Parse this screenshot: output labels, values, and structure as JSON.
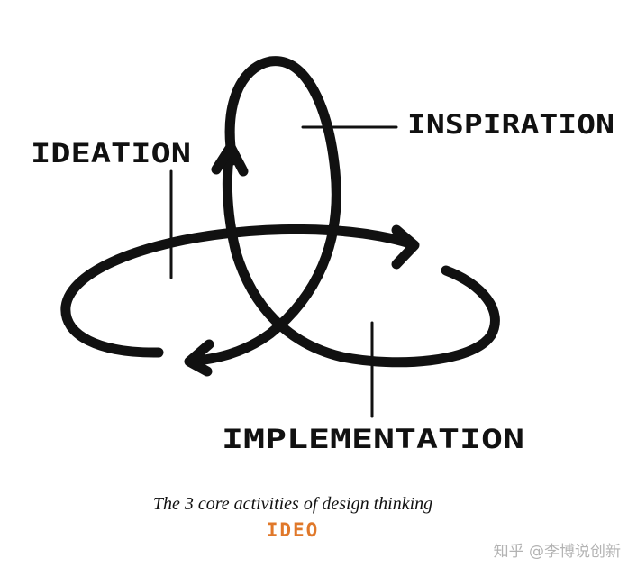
{
  "labels": {
    "ideation": "IDEATION",
    "inspiration": "INSPIRATION",
    "implementation": "IMPLEMENTATION"
  },
  "caption": "The 3 core activities of design thinking",
  "logo": "IDEO",
  "watermark": "知乎 @李博说创新",
  "colors": {
    "stroke": "#111111",
    "logo": "#e0782a",
    "watermark": "#b3b3b3"
  }
}
